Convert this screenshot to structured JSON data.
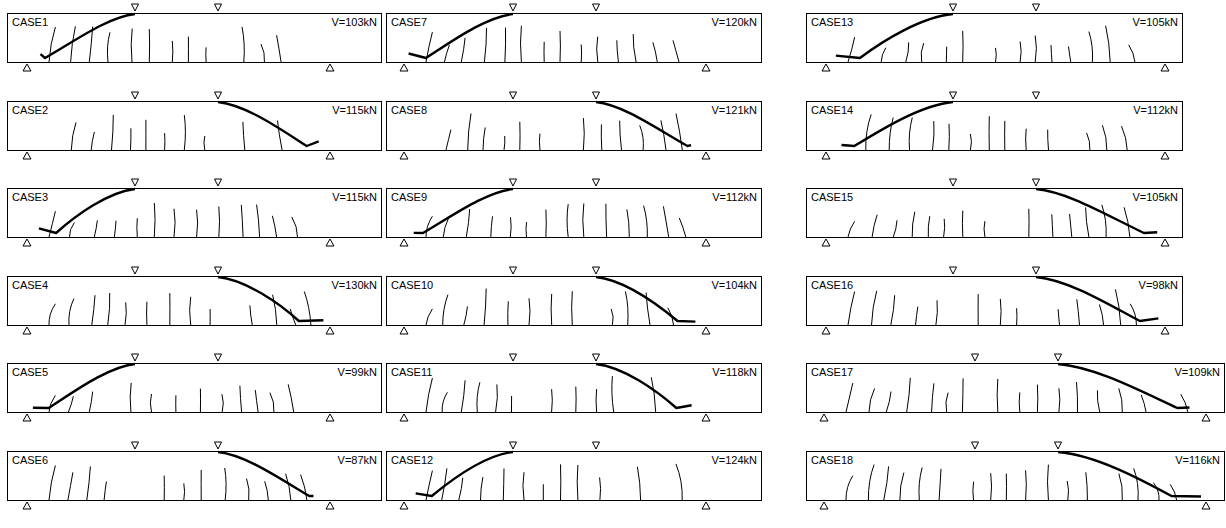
{
  "diagram": {
    "nodes": [
      {
        "text": [
          "CASE1",
          "V=103kN"
        ]
      },
      {
        "text": [
          "CASE2",
          "V=115kN"
        ]
      },
      {
        "text": [
          "CASE3",
          "V=115kN"
        ]
      },
      {
        "text": [
          "CASE4",
          "V=130kN"
        ]
      },
      {
        "text": [
          "CASE5",
          "V=99kN"
        ]
      },
      {
        "text": [
          "CASE6",
          "V=87kN"
        ]
      },
      {
        "text": [
          "CASE7",
          "V=120kN"
        ]
      },
      {
        "text": [
          "CASE8",
          "V=121kN"
        ]
      },
      {
        "text": [
          "CASE9",
          "V=112kN"
        ]
      },
      {
        "text": [
          "CASE10",
          "V=104kN"
        ]
      },
      {
        "text": [
          "CASE11",
          "V=118kN"
        ]
      },
      {
        "text": [
          "CASE12",
          "V=124kN"
        ]
      },
      {
        "text": [
          "CASE13",
          "V=105kN"
        ]
      },
      {
        "text": [
          "CASE14",
          "V=112kN"
        ]
      },
      {
        "text": [
          "CASE15",
          "V=105kN"
        ]
      },
      {
        "text": [
          "CASE16",
          "V=98kN"
        ]
      },
      {
        "text": [
          "CASE17",
          "V=109kN"
        ]
      },
      {
        "text": [
          "CASE18",
          "V=116kN"
        ]
      }
    ]
  }
}
